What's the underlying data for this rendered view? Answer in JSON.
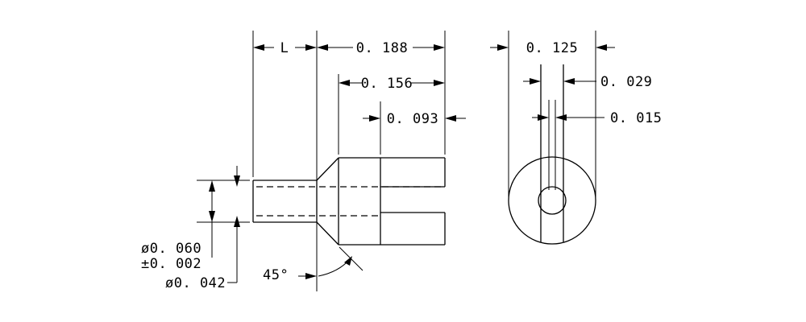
{
  "dimensions": {
    "length": "L",
    "overall_length": "0. 188",
    "slot_depth": "0. 156",
    "fork_length": "0. 093",
    "diameter": "0. 125",
    "slot_width": "0. 029",
    "center_line": "0. 015",
    "outer_diameter": "ø0. 060",
    "outer_tolerance": "±0. 002",
    "inner_diameter": "ø0. 042",
    "chamfer_angle": "45°"
  }
}
